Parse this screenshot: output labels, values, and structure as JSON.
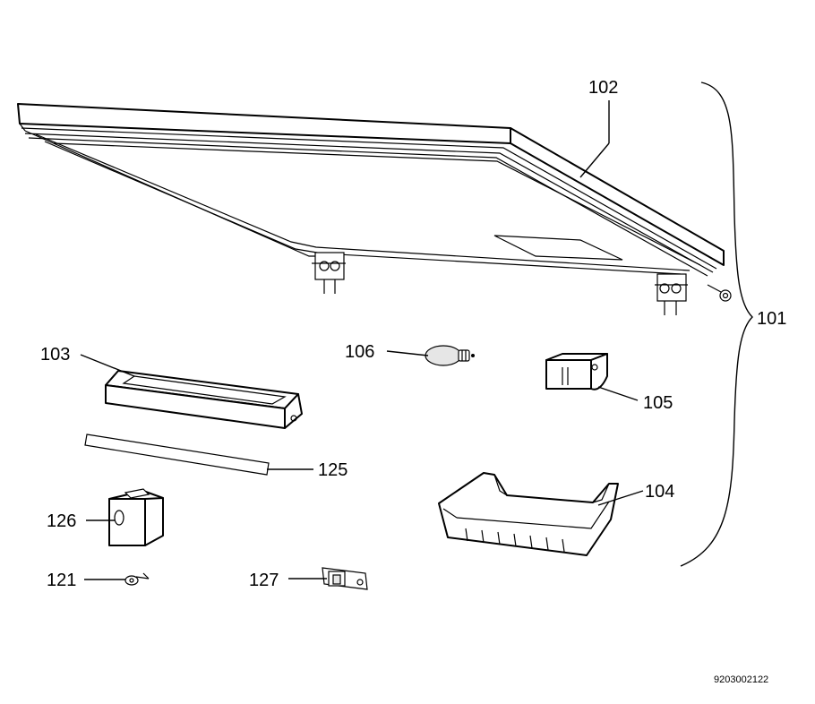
{
  "callouts": {
    "c101": "101",
    "c102": "102",
    "c103": "103",
    "c104": "104",
    "c105": "105",
    "c106": "106",
    "c121": "121",
    "c125": "125",
    "c126": "126",
    "c127": "127"
  },
  "document_number": "9203002122"
}
